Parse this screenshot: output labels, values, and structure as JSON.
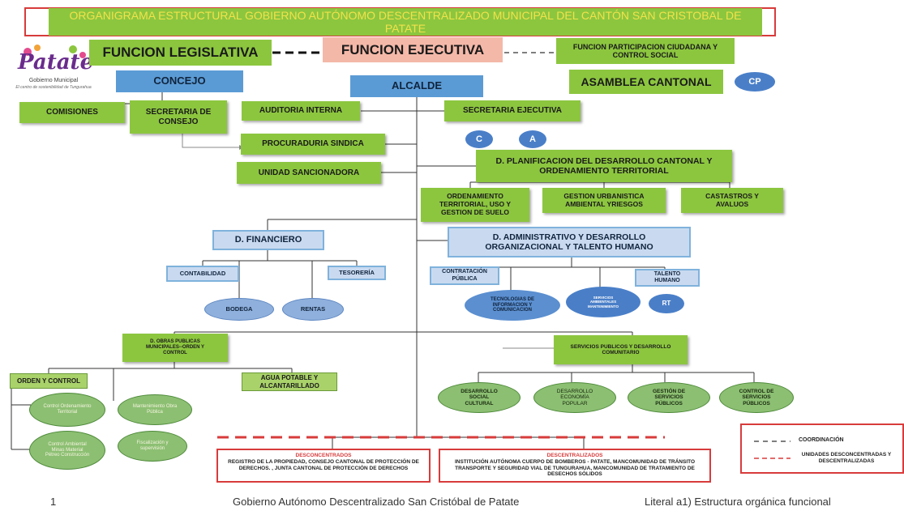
{
  "title": "ORGANIGRAMA ESTRUCTURAL GOBIERNO AUTÓNOMO DESCENTRALIZADO MUNICIPAL DEL CANTÓN SAN CRISTOBAL DE PATATE",
  "logo": {
    "name": "Patate",
    "subtitle": "Gobierno Municipal",
    "tagline": "El centro de sostenibilidad de Tungurahua"
  },
  "top_functions": {
    "legislativa": "FUNCION LEGISLATIVA",
    "ejecutiva": "FUNCION EJECUTIVA",
    "participacion": "FUNCION PARTICIPACION CIUDADANA Y CONTROL SOCIAL"
  },
  "nodes": {
    "concejo": "CONCEJO",
    "alcalde": "ALCALDE",
    "asamblea": "ASAMBLEA CANTONAL",
    "cp": "CP",
    "comisiones": "COMISIONES",
    "secretaria_consejo": "SECRETARIA DE CONSEJO",
    "auditoria": "AUDITORIA INTERNA",
    "secretaria_ejecutiva": "SECRETARIA EJECUTIVA",
    "c": "C",
    "a": "A",
    "procuraduria": "PROCURADURIA SINDICA",
    "unidad_sancionadora": "UNIDAD SANCIONADORA",
    "planificacion": "D. PLANIFICACION DEL DESARROLLO CANTONAL Y ORDENAMIENTO TERRITORIAL",
    "ordenamiento": "ORDENAMIENTO TERRITORIAL, USO Y GESTION DE SUELO",
    "gestion_urbanistica": "GESTION URBANISTICA AMBIENTAL YRIESGOS",
    "catastros": "CASTASTROS Y AVALUOS",
    "financiero": "D. FINANCIERO",
    "contabilidad": "CONTABILIDAD",
    "tesoreria": "TESORERÍA",
    "bodega": "BODEGA",
    "rentas": "RENTAS",
    "administrativo": "D. ADMINISTRATIVO Y DESARROLLO ORGANIZACIONAL Y TALENTO HUMANO",
    "contratacion": "CONTRATACIÓN PÚBLICA",
    "talento": "TALENTO HUMANO",
    "tecnologias": "TECNOLOGIAS DE INFORMACION Y COMUNICACION",
    "servicios_ambientales": "SERVICIOS AMBIENTALES MANTENIMIENTO",
    "rt": "RT",
    "obras": "D. OBRAS PUBLICAS MUNICIPALES--ORDEN Y CONTROL",
    "orden_control": "ORDEN Y CONTROL",
    "agua": "AGUA POTABLE Y ALCANTARILLADO",
    "control_ordenamiento": "Control Ordenamiento Territorial",
    "mantenimiento_obra": "Mantenimiento Obra Pública",
    "control_ambiental": "Control Ambiental Minas Material Pétreo Construcción",
    "fiscalizacion": "Fiscalización y supervisión",
    "servicios_publicos": "SERVICIOS PUBLICOS Y DESARROLLO COMUNITARIO",
    "desarrollo_social": "DESARROLLO SOCIAL CULTURAL",
    "desarrollo_economia": "DESARROLLO ECONOMÍA POPULAR",
    "gestion_servicios": "GESTIÓN DE SERVICIOS PÚBLICOS",
    "control_servicios": "CONTROL DE SERVICIOS PÚBLICOS"
  },
  "desconcentrados": {
    "title": "DESCONCENTRADOS",
    "text": "REGISTRO DE LA PROPIEDAD, CONSEJO CANTONAL DE PROTECCIÓN DE DERECHOS. , JUNTA CANTONAL DE PROTECCIÓN DE DERECHOS"
  },
  "descentralizados": {
    "title": "DESCENTRALIZADOS",
    "text": "INSTITUCIÓN AUTÓNOMA CUERPO DE BOMBEROS - PATATE, MANCOMUNIDAD DE TRÁNSITO TRANSPORTE Y SEGURIDAD VIAL DE TUNGURAHUA, MANCOMUNIDAD DE TRATAMIENTO DE DESECHOS SÓLIDOS"
  },
  "legend": {
    "coordinacion": "COORDINACIÓN",
    "unidades": "UNIDADES DESCONCENTRADAS Y DESCENTRALIZADAS"
  },
  "footer": {
    "page": "1",
    "center": "Gobierno Autónomo Descentralizado San Cristóbal de Patate",
    "right": "Literal a1) Estructura orgánica funcional"
  },
  "colors": {
    "green": "#8cc63f",
    "blue": "#5b9bd5",
    "pink": "#f4b8a8",
    "red": "#d83b3b",
    "title_text": "#f2e24a"
  }
}
